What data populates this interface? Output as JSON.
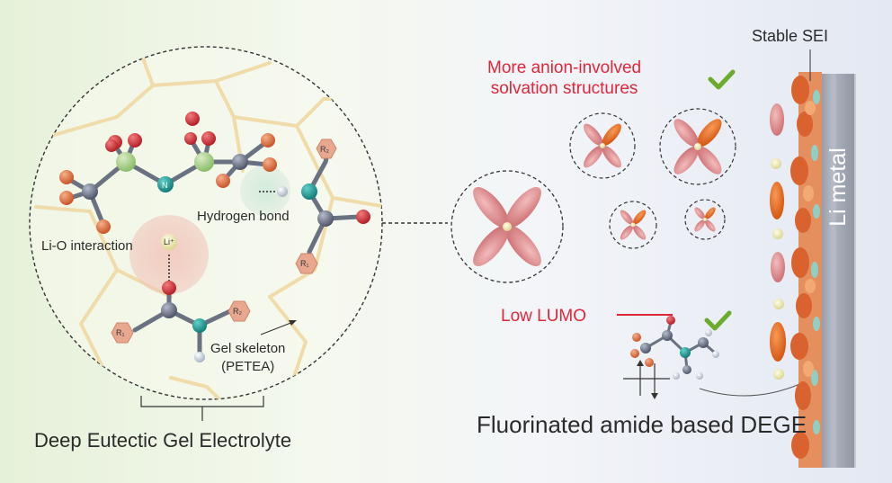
{
  "left_panel": {
    "hydrogen_bond": "Hydrogen bond",
    "li_o_interaction": "Li-O interaction",
    "gel_skeleton_line1": "Gel skeleton",
    "gel_skeleton_line2": "(PETEA)",
    "title": "Deep Eutectic Gel Electrolyte",
    "atom_n": "N",
    "atom_li": "Li⁺",
    "r2_top": "R₂",
    "r1_right": "R₁",
    "r1_bottom": "R₁",
    "r2_bottom": "R₂"
  },
  "right_panel": {
    "anion_line1": "More anion-involved",
    "anion_line2": "solvation structures",
    "low_lumo": "Low LUMO",
    "title": "Fluorinated amide based DEGE",
    "stable_sei": "Stable SEI",
    "li_metal": "Li metal"
  },
  "colors": {
    "accent_red": "#e0263a",
    "checkmark_green": "#6cab2b",
    "petal_pink": "#de8e90",
    "petal_orange": "#e8641e",
    "li_metal_gray": "#9aa1ad",
    "sei_orange": "#e07a4a",
    "nitrogen_teal": "#1e9b96",
    "carbon_gray": "#6c7487",
    "oxygen_red": "#d9343a",
    "fluorine_orange": "#e0784a",
    "sulfur_green": "#a9cf8a"
  }
}
